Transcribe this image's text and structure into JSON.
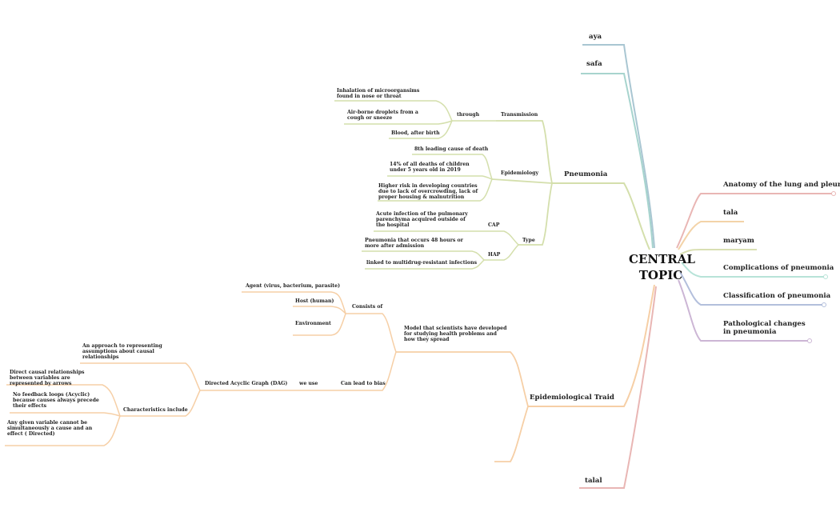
{
  "center": "CENTRAL TOPIC",
  "colors": {
    "blue": "#a7c4cf",
    "teal": "#a6d3cd",
    "green": "#d4dfac",
    "orange": "#f6cfa6",
    "pink": "#e9b6b4",
    "sand": "#f3d3a8",
    "olive": "#d9dfb2",
    "mint": "#b7e3d8",
    "slate": "#b3bfdc",
    "mauve": "#ccb6d5"
  },
  "right": {
    "anatomy": "Anatomy of the lung and pleura",
    "tala": "tala",
    "maryam": "maryam",
    "complications": "Complications of pneumonia",
    "classification": "Classification of pneumonia",
    "pathological": "Pathological changes in pneumonia"
  },
  "left": {
    "aya": "aya",
    "safa": "safa",
    "talal": "talal"
  },
  "pneumonia": {
    "title": "Pneumonia",
    "transmission": "Transmission",
    "through": "through",
    "t1": "Inhalation of microorgansims found in nose or throat",
    "t2": "Air-borne droplets from a cough or sneeze",
    "t3": "Blood, after birth",
    "epidemiology": "Epidemiology",
    "e1": "8th leading cause of death",
    "e2": "14% of all deaths of children under 5 years old in 2019",
    "e3": "Higher risk in developing countries due to lack of overcrowding, lack of proper housing & malnutrition",
    "type": "Type",
    "cap": "CAP",
    "cap_desc": "Acute infection of the pulmonary parenchyma acquired outside of the hospital",
    "hap": "HAP",
    "hap1": "Pneumonia that occurs 48 hours or more after admission",
    "hap2": "linked to multidrug-resistant infections"
  },
  "triad": {
    "title": "Epidemiological Traid",
    "model": "Model that scientists have developed for studying health problems and how they spread",
    "consists": "Consists of",
    "agent": "Agent  (virus, bacterium, parasite)",
    "host": "Host (human)",
    "environment": "Environment",
    "bias": "Can lead to bias",
    "weuse": "we use",
    "dag": "Directed Acyclic Graph (DAG)",
    "approach": "An approach to representing assumptions about causal relationships",
    "characteristics": "Characteristics include",
    "c1": "Direct causal relationships between variables are represented by arrows",
    "c2": "No feedback loops (Acyclic) because causes always precede their effects",
    "c3": "Any given variable cannot be simultaneously a cause and an effect ( Directed)"
  }
}
